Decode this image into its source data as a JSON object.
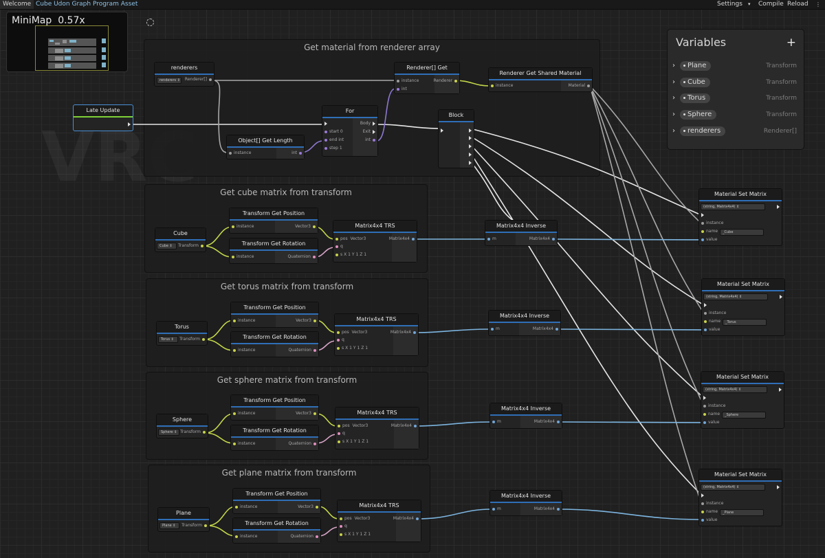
{
  "topbar": {
    "welcome": "Welcome",
    "asset_tab": "Cube Udon Graph Program Asset",
    "settings": "Settings",
    "compile": "Compile",
    "reload": "Reload"
  },
  "minimap": {
    "label": "MiniMap",
    "zoom": "0.57x"
  },
  "variables": {
    "title": "Variables",
    "add": "+",
    "items": [
      {
        "name": "Plane",
        "type": "Transform"
      },
      {
        "name": "Cube",
        "type": "Transform"
      },
      {
        "name": "Torus",
        "type": "Transform"
      },
      {
        "name": "Sphere",
        "type": "Transform"
      },
      {
        "name": "renderers",
        "type": "Renderer[]"
      }
    ]
  },
  "groups": {
    "renderer": "Get material from renderer array",
    "cube": "Get cube matrix from transform",
    "torus": "Get torus matrix from transform",
    "sphere": "Get sphere matrix from transform",
    "plane": "Get plane matrix from transform"
  },
  "nodes": {
    "renderers": {
      "title": "renderers",
      "field": "renderers",
      "out": "Renderer[]"
    },
    "late_update": {
      "title": "Late Update"
    },
    "object_length": {
      "title": "Object[] Get Length",
      "in": "instance",
      "out": "int"
    },
    "for": {
      "title": "For",
      "start": "start",
      "end": "end",
      "step": "step",
      "start_val": "0",
      "end_type": "int",
      "step_val": "1",
      "body": "Body",
      "exit": "Exit",
      "int_out": "int"
    },
    "renderer_get": {
      "title": "Renderer[] Get",
      "instance": "instance",
      "int_in": "int",
      "out": "Renderer"
    },
    "shared_material": {
      "title": "Renderer Get Shared Material",
      "instance": "instance",
      "out": "Material"
    },
    "block": {
      "title": "Block"
    },
    "get_position": {
      "title": "Transform Get Position",
      "in": "instance",
      "out": "Vector3"
    },
    "get_rotation": {
      "title": "Transform Get Rotation",
      "in": "instance",
      "out": "Quaternion"
    },
    "trs": {
      "title": "Matrix4x4 TRS",
      "pos": "pos",
      "pos_type": "Vector3",
      "q": "q",
      "s": "s",
      "x": "X",
      "x_val": "1",
      "y": "Y",
      "y_val": "1",
      "z": "Z",
      "z_val": "1",
      "out": "Matrix4x4"
    },
    "inverse": {
      "title": "Matrix4x4 Inverse",
      "m": "m",
      "out": "Matrix4x4"
    },
    "set_matrix": {
      "title": "Material Set Matrix",
      "overload": "(string, Matrix4x4)",
      "instance": "instance",
      "name": "name",
      "value": "value"
    },
    "transform_out": "Transform",
    "cube": {
      "title": "Cube",
      "field": "Cube",
      "name_val": "_Cube"
    },
    "torus": {
      "title": "Torus",
      "field": "Torus",
      "name_val": "_Torus"
    },
    "sphere": {
      "title": "Sphere",
      "field": "Sphere",
      "name_val": "_Sphere"
    },
    "plane": {
      "title": "Plane",
      "field": "Plane",
      "name_val": "_Plane"
    }
  },
  "colors": {
    "flow": "#e6e6e6",
    "object": "#a8a8a8",
    "int": "#8d78d0",
    "vector": "#c3d64a",
    "quaternion": "#d9a6c9",
    "matrix": "#7db5e0"
  }
}
